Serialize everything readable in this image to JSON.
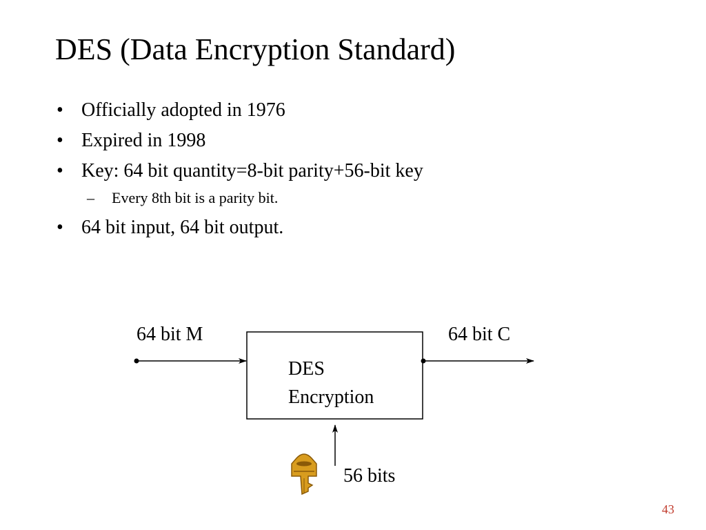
{
  "slide": {
    "title": "DES (Data Encryption Standard)",
    "bullets": [
      "Officially adopted in 1976",
      "Expired in 1998",
      "Key: 64 bit quantity=8-bit parity+56-bit key",
      "64 bit input, 64 bit output."
    ],
    "sub_bullet": "Every 8th bit is a parity bit.",
    "bullet_marker": "•",
    "sub_bullet_marker": "–",
    "page_number": "43"
  },
  "diagram": {
    "input_label": "64 bit M",
    "output_label": "64 bit C",
    "box_label_line1": "DES",
    "box_label_line2": "Encryption",
    "key_label": "56 bits",
    "key_icon": "key-icon",
    "key_color": "#d89c1e",
    "page_number_color": "#c0392b"
  }
}
